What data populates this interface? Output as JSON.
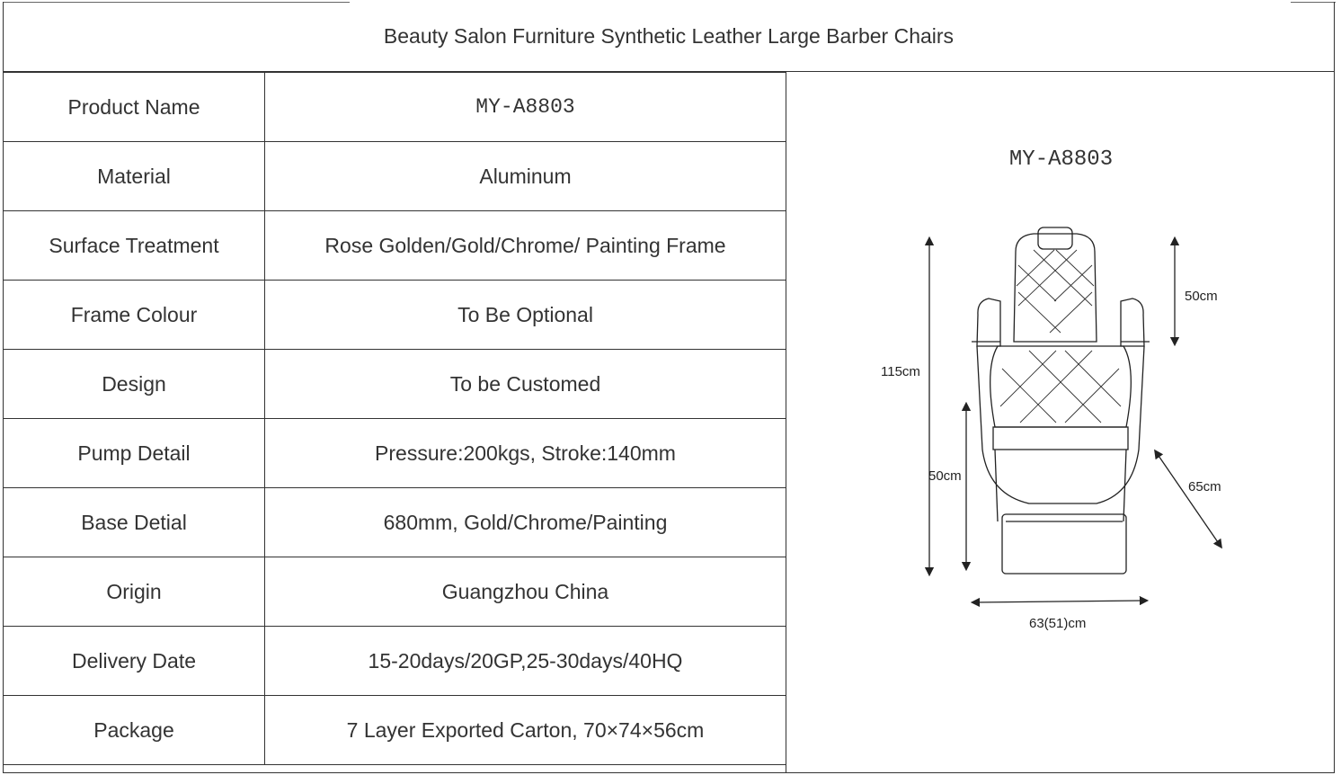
{
  "title": "Beauty Salon Furniture Synthetic Leather Large Barber Chairs",
  "rows": [
    {
      "label": "Product Name",
      "value": "MY-A8803"
    },
    {
      "label": "Material",
      "value": "Aluminum"
    },
    {
      "label": "Surface Treatment",
      "value": "Rose Golden/Gold/Chrome/ Painting Frame"
    },
    {
      "label": "Frame Colour",
      "value": "To Be Optional"
    },
    {
      "label": "Design",
      "value": "To be Customed"
    },
    {
      "label": "Pump Detail",
      "value": "Pressure:200kgs, Stroke:140mm"
    },
    {
      "label": "Base Detial",
      "value": "680mm, Gold/Chrome/Painting"
    },
    {
      "label": "Origin",
      "value": "Guangzhou China"
    },
    {
      "label": "Delivery Date",
      "value": "15-20days/20GP,25-30days/40HQ"
    },
    {
      "label": "Package",
      "value": "7 Layer Exported Carton, 70×74×56cm"
    }
  ],
  "diagram": {
    "model": "MY-A8803",
    "dim_backrest": "50cm",
    "dim_total_height": "115cm",
    "dim_seat_height": "50cm",
    "dim_depth": "65cm",
    "dim_width": "63(51)cm"
  }
}
